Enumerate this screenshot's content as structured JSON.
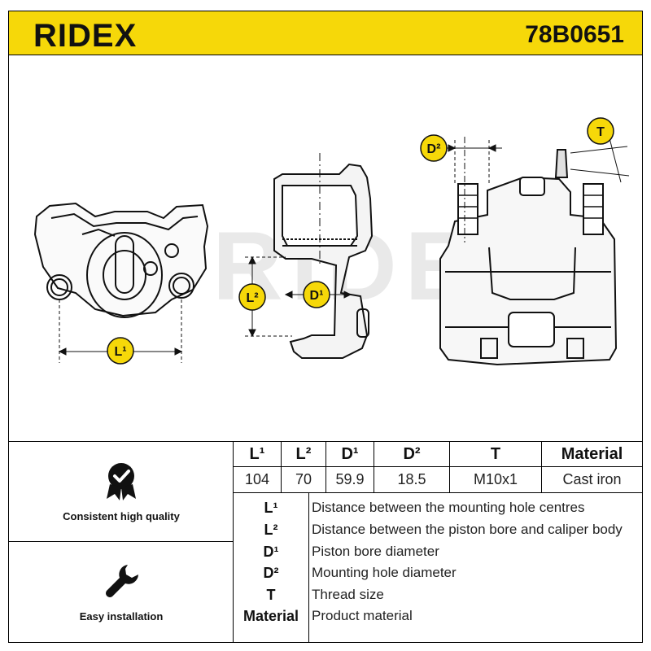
{
  "header": {
    "brand": "RIDEX",
    "code": "78B0651"
  },
  "diagram": {
    "labels": {
      "l1": "L¹",
      "l2": "L²",
      "d1": "D¹",
      "d2": "D²",
      "t": "T"
    },
    "watermark": "RIDEX"
  },
  "features": [
    {
      "label": "Consistent high quality",
      "icon": "badge-check-icon"
    },
    {
      "label": "Easy installation",
      "icon": "wrench-icon"
    }
  ],
  "spec_table": {
    "headers": [
      "L¹",
      "L²",
      "D¹",
      "D²",
      "T",
      "Material"
    ],
    "values": [
      "104",
      "70",
      "59.9",
      "18.5",
      "M10x1",
      "Cast iron"
    ]
  },
  "legend": [
    {
      "sym": "L¹",
      "desc": "Distance between the mounting hole centres"
    },
    {
      "sym": "L²",
      "desc": "Distance between the piston bore and caliper body"
    },
    {
      "sym": "D¹",
      "desc": "Piston bore diameter"
    },
    {
      "sym": "D²",
      "desc": "Mounting hole diameter"
    },
    {
      "sym": "T",
      "desc": "Thread size"
    },
    {
      "sym": "Material",
      "desc": "Product material"
    }
  ],
  "colors": {
    "accent": "#f6d809",
    "ink": "#111111"
  }
}
